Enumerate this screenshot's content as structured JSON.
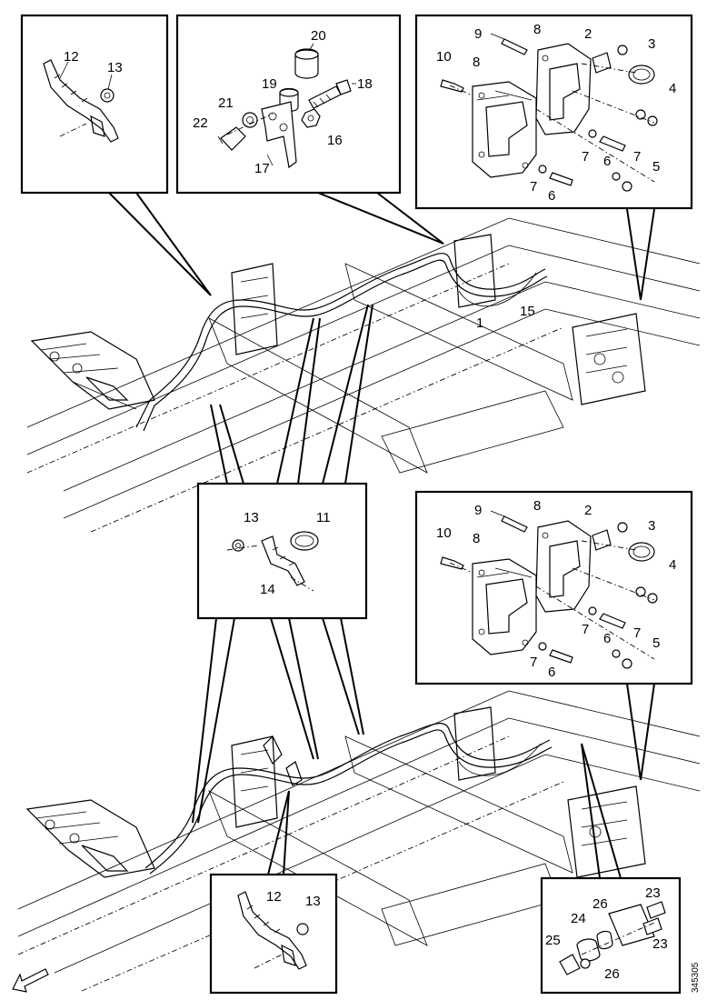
{
  "figure": {
    "reference_code": "345305"
  },
  "labels": {
    "top_left_box": [
      "12",
      "13"
    ],
    "top_middle_box": [
      "20",
      "19",
      "18",
      "21",
      "22",
      "16",
      "17"
    ],
    "top_right_box": [
      "9",
      "8",
      "2",
      "3",
      "10",
      "8",
      "4",
      "7",
      "6",
      "7",
      "7",
      "6",
      "5"
    ],
    "top_assembly": [
      "1",
      "15"
    ],
    "middle_left_box": [
      "13",
      "11",
      "14"
    ],
    "middle_right_box": [
      "9",
      "8",
      "2",
      "3",
      "10",
      "8",
      "4",
      "7",
      "6",
      "7",
      "7",
      "6",
      "5"
    ],
    "bottom_center_box": [
      "12",
      "13"
    ],
    "bottom_right_box": [
      "23",
      "24",
      "26",
      "23",
      "25",
      "26"
    ]
  },
  "icons": {
    "direction": "front-direction-arrow-icon"
  }
}
